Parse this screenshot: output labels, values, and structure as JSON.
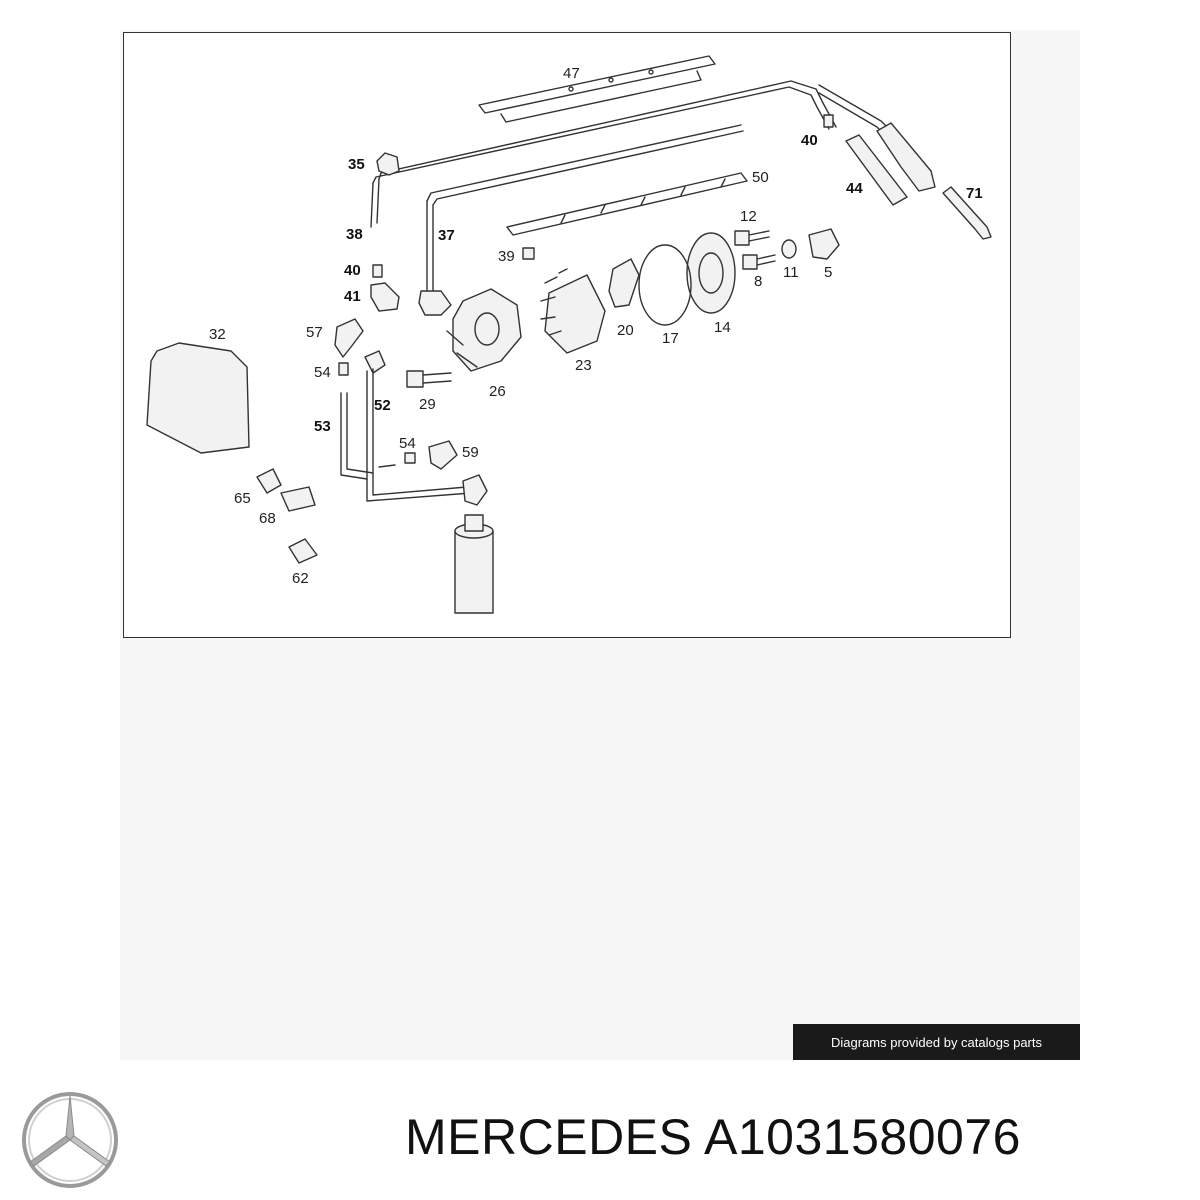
{
  "diagram": {
    "part_labels": {
      "p47": "47",
      "p40a": "40",
      "p44": "44",
      "p71": "71",
      "p35": "35",
      "p50": "50",
      "p38": "38",
      "p37": "37",
      "p12": "12",
      "p39": "39",
      "p40b": "40",
      "p41": "41",
      "p8": "8",
      "p11": "11",
      "p5": "5",
      "p32": "32",
      "p57": "57",
      "p20": "20",
      "p17": "17",
      "p14": "14",
      "p23": "23",
      "p54a": "54",
      "p52": "52",
      "p29": "29",
      "p26": "26",
      "p53": "53",
      "p54b": "54",
      "p59": "59",
      "p65": "65",
      "p68": "68",
      "p62": "62"
    }
  },
  "credit": "Diagrams provided by catalogs parts",
  "product": {
    "brand": "MERCEDES",
    "part_number": "A1031580076",
    "logo_icon": "mercedes-star-logo"
  }
}
